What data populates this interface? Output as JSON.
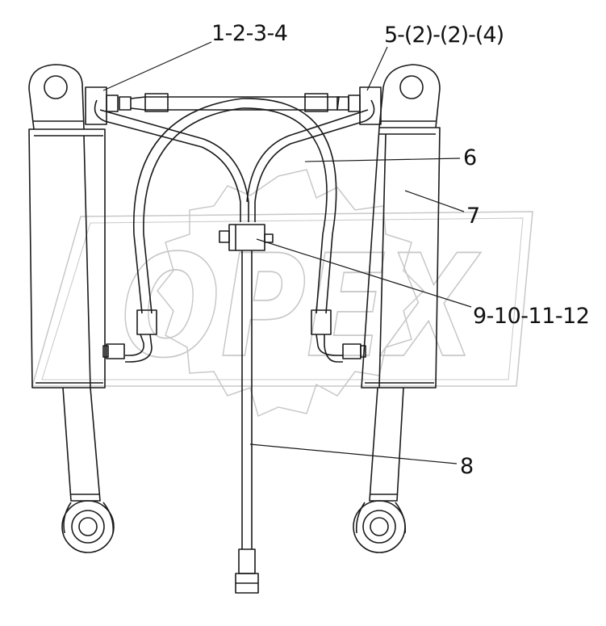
{
  "watermark": {
    "text": "OPEX",
    "stroke_color": "#c8c8c8"
  },
  "callouts": [
    {
      "id": "c1",
      "text": "1-2-3-4"
    },
    {
      "id": "c2",
      "text": "5-(2)-(2)-(4)"
    },
    {
      "id": "c3",
      "text": "6"
    },
    {
      "id": "c4",
      "text": "7"
    },
    {
      "id": "c5",
      "text": "9-10-11-12"
    },
    {
      "id": "c6",
      "text": "8"
    }
  ],
  "colors": {
    "line": "#1a1a1a",
    "background": "#ffffff"
  }
}
